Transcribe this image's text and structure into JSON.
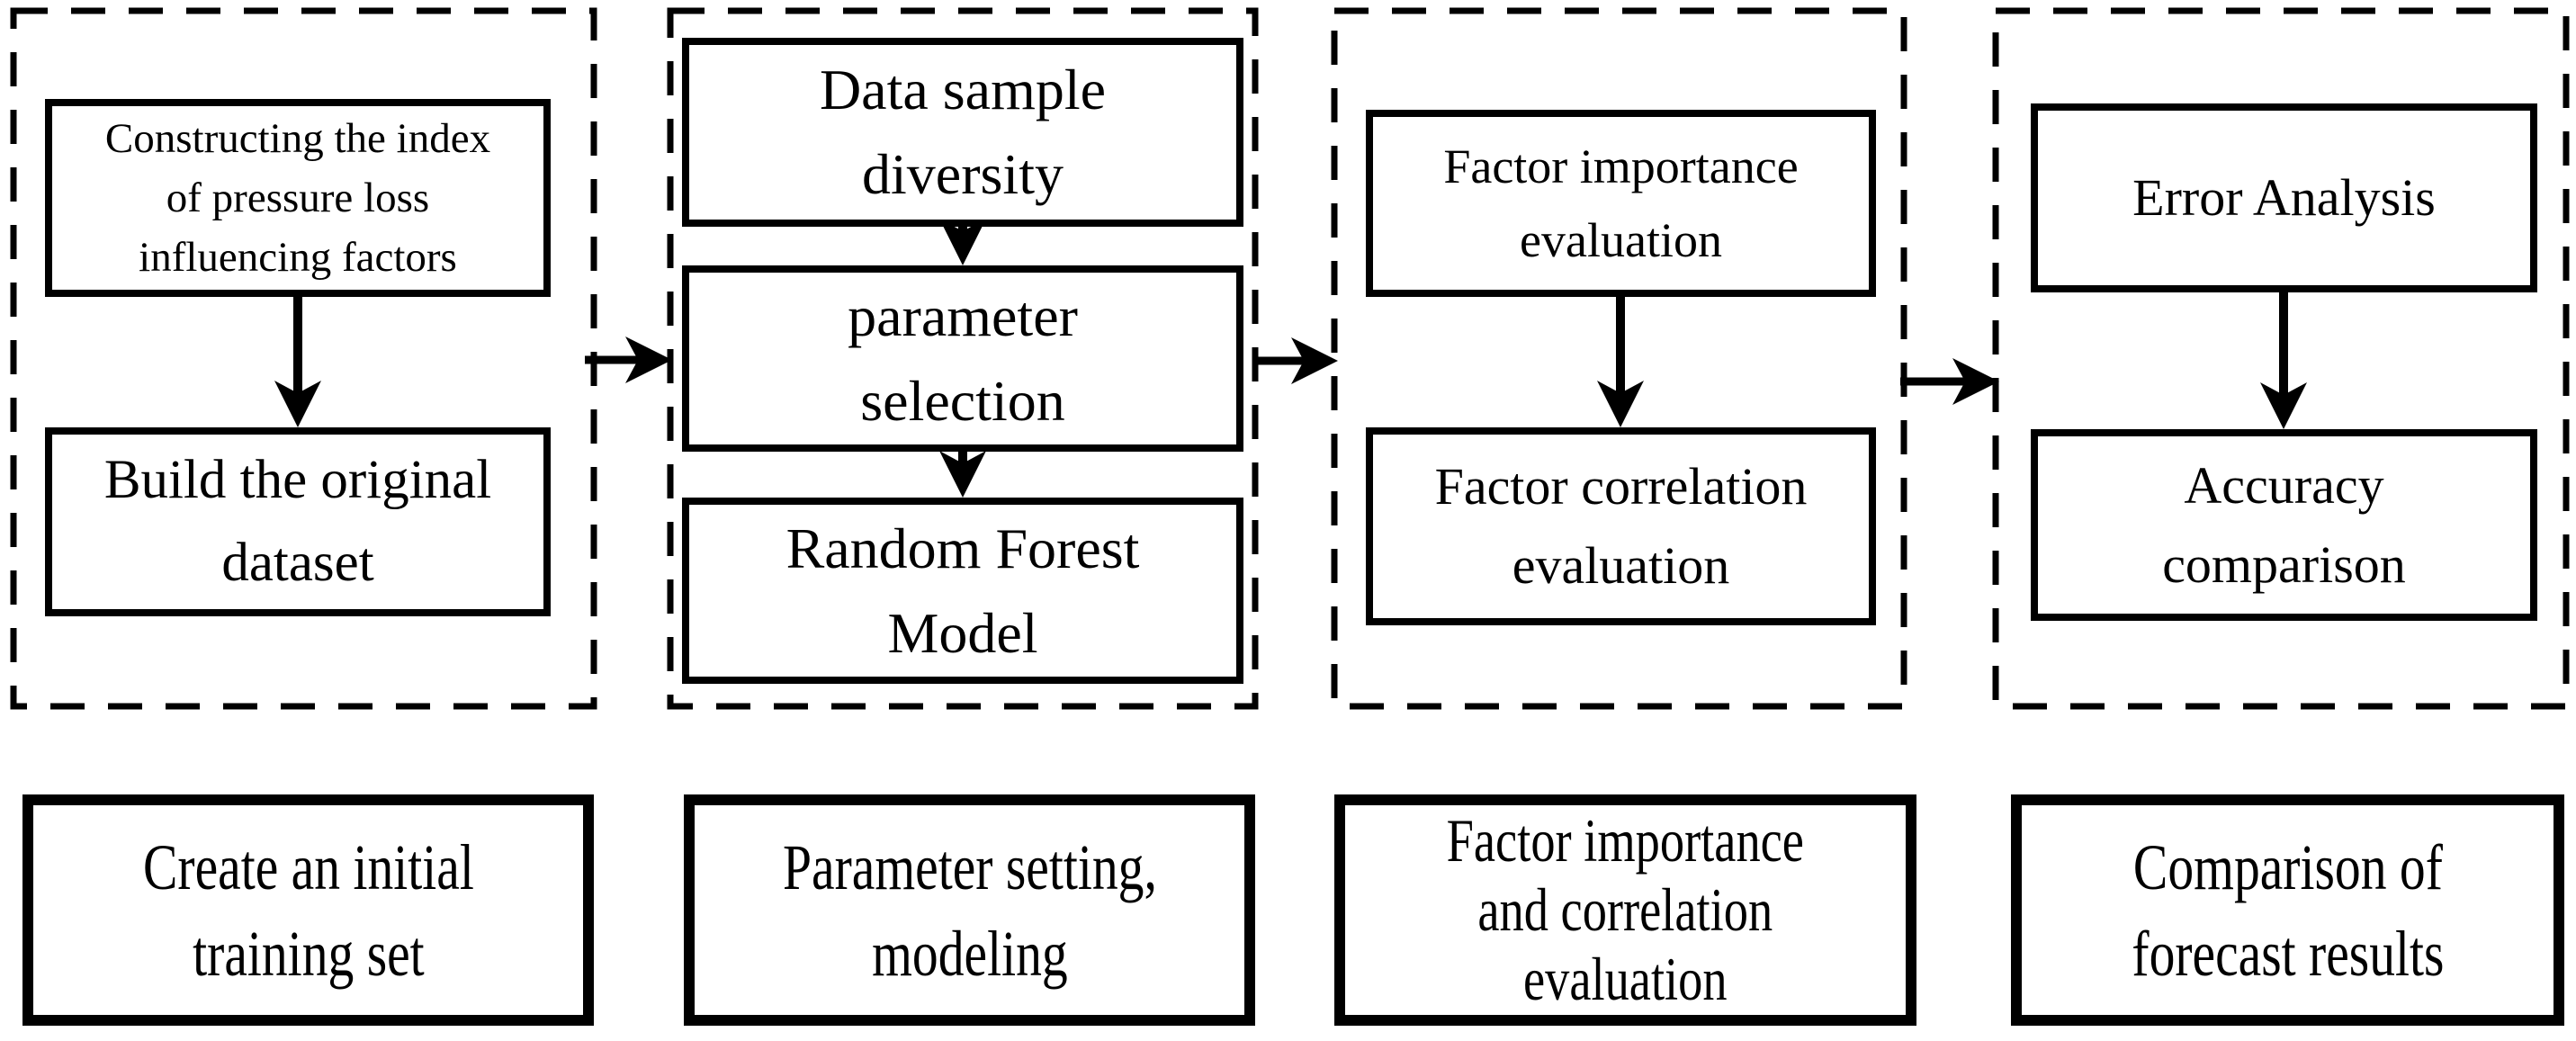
{
  "diagram": {
    "title_hint": "Random Forest modeling workflow flowchart",
    "colors": {
      "background": "#ffffff",
      "stroke": "#000000",
      "text": "#000000"
    },
    "columns": [
      {
        "steps": [
          {
            "label": "Constructing the index\nof pressure loss\ninfluencing factors"
          },
          {
            "label": "Build the original\ndataset"
          }
        ],
        "summary": "Create an initial\ntraining set"
      },
      {
        "steps": [
          {
            "label": "Data sample\ndiversity"
          },
          {
            "label": "parameter\nselection"
          },
          {
            "label": "Random Forest\nModel"
          }
        ],
        "summary": "Parameter setting,\nmodeling"
      },
      {
        "steps": [
          {
            "label": "Factor importance\nevaluation"
          },
          {
            "label": "Factor correlation\nevaluation"
          }
        ],
        "summary": "Factor importance\nand correlation\nevaluation"
      },
      {
        "steps": [
          {
            "label": "Error Analysis"
          },
          {
            "label": "Accuracy\ncomparison"
          }
        ],
        "summary": "Comparison of\nforecast results"
      }
    ]
  }
}
